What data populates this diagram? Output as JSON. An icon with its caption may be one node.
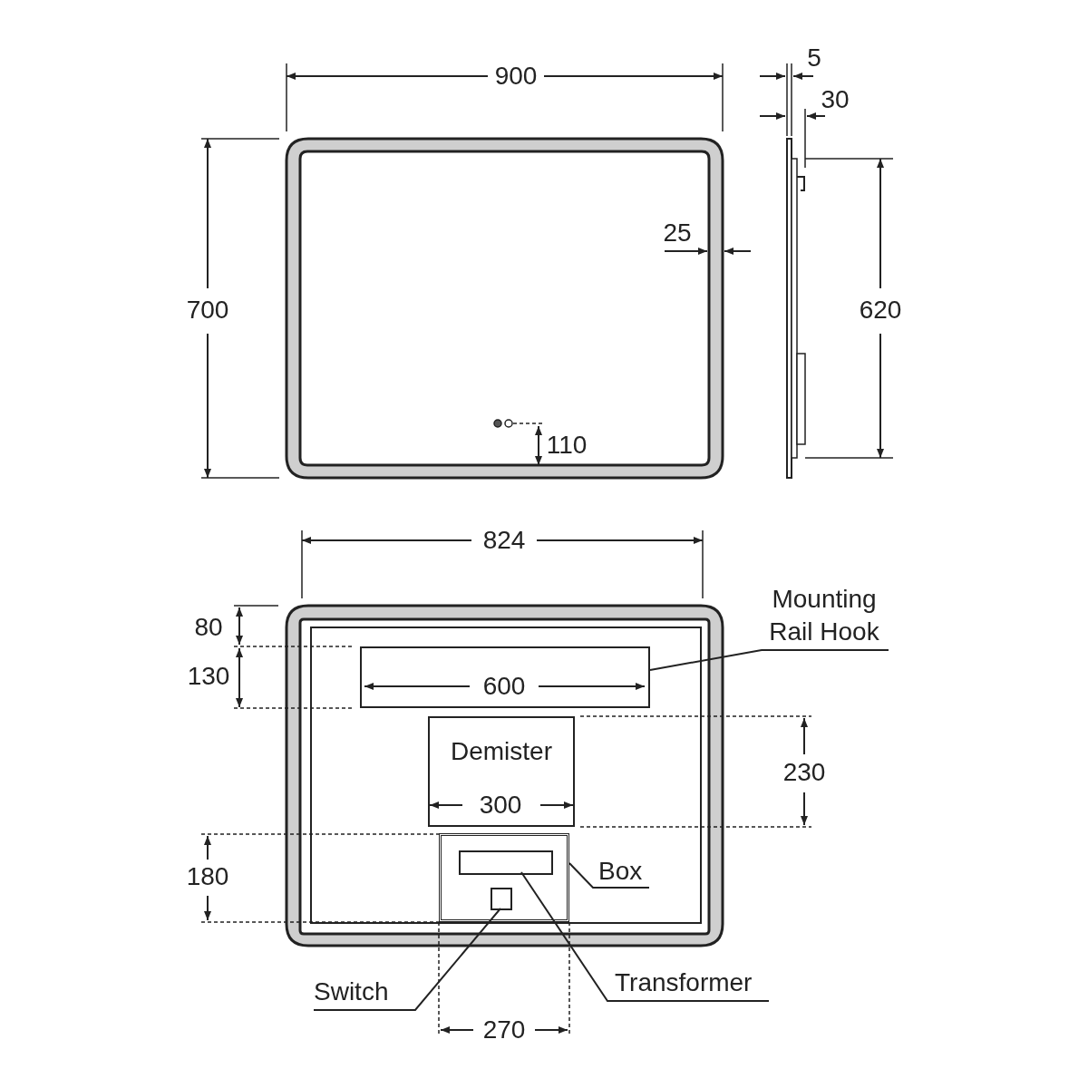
{
  "diagram": {
    "nodes": [
      {
        "text": [
          "Mounting Rail Hook"
        ]
      },
      {
        "text": [],
        "shape": "box"
      },
      {
        "text": [
          "Demister"
        ]
      },
      {
        "text": [
          "Box"
        ]
      },
      {
        "text": [],
        "shape": "box"
      },
      {
        "text": [],
        "shape": "box",
        "in": 4
      },
      {
        "text": [],
        "shape": "box",
        "in": 4
      },
      {
        "text": [
          "Switch"
        ]
      },
      {
        "text": [
          "Transformer"
        ]
      }
    ],
    "edges": [
      {
        "from": 0,
        "to": 1,
        "arrow": "none"
      },
      {
        "from": 3,
        "to": 4,
        "arrow": "none"
      },
      {
        "from": 7,
        "to": 6,
        "arrow": "none"
      },
      {
        "from": 8,
        "to": 5,
        "arrow": "none"
      }
    ],
    "labels": [
      "900",
      "5",
      "30",
      "25",
      "700",
      "620",
      "110",
      "824",
      "80",
      "130",
      "600",
      "230",
      "300",
      "180",
      "270"
    ]
  }
}
